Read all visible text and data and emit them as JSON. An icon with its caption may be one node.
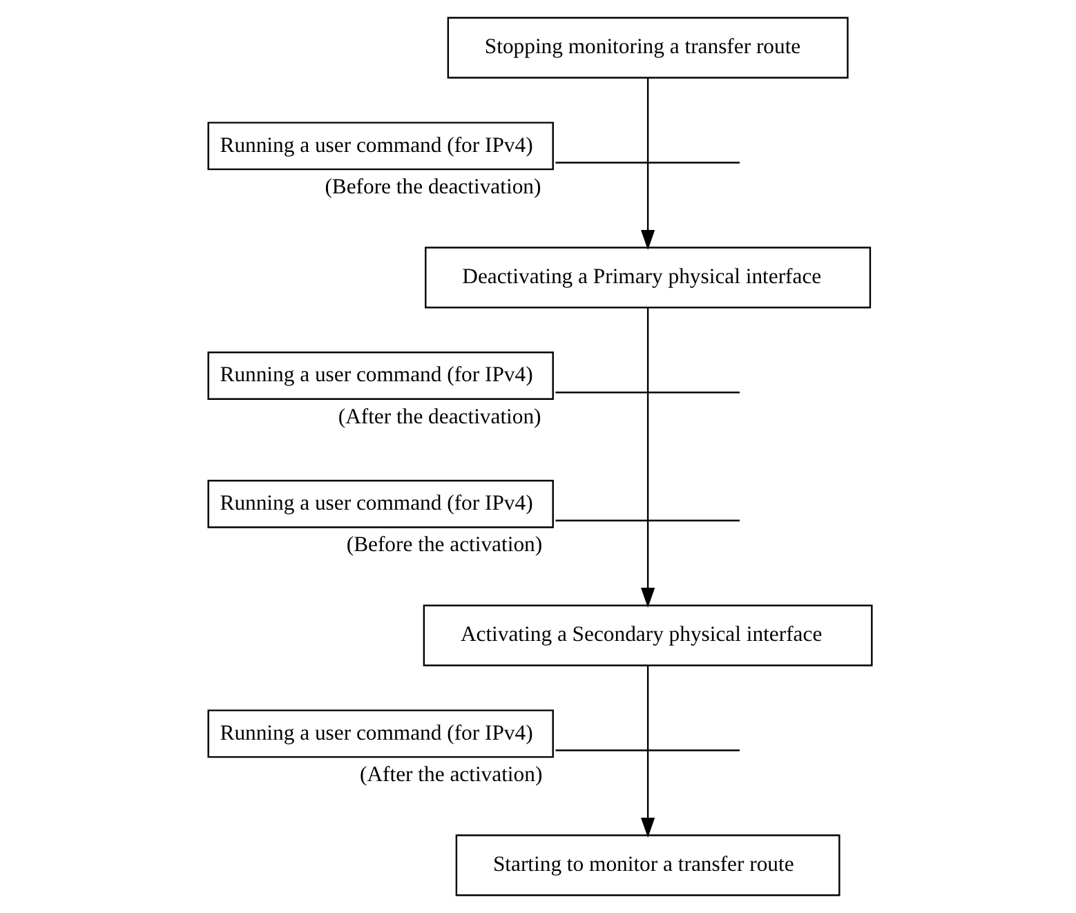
{
  "diagram": {
    "nodes": [
      {
        "text": [
          "Stopping monitoring a transfer route"
        ]
      },
      {
        "text": [
          "Running a user command (for IPv4)"
        ],
        "beside": [
          "(Before the deactivation)"
        ]
      },
      {
        "text": [
          "Deactivating a Primary physical interface"
        ]
      },
      {
        "text": [
          "Running a user command (for IPv4)"
        ],
        "beside": [
          "(After the deactivation)"
        ]
      },
      {
        "text": [
          "Running a user command (for IPv4)"
        ],
        "beside": [
          "(Before the activation)"
        ]
      },
      {
        "text": [
          "Activating a Secondary physical interface"
        ]
      },
      {
        "text": [
          "Running a user command (for IPv4)"
        ],
        "beside": [
          "(After the activation)"
        ]
      },
      {
        "text": [
          "Starting to monitor a transfer route"
        ]
      }
    ],
    "edges": [
      {
        "from": 0,
        "to": 2,
        "arrow": "to"
      },
      {
        "from": 2,
        "to": 5,
        "arrow": "to"
      },
      {
        "from": 5,
        "to": 7,
        "arrow": "to"
      },
      {
        "from": 1,
        "to": null,
        "arrow": "none"
      },
      {
        "from": 3,
        "to": null,
        "arrow": "none"
      },
      {
        "from": 4,
        "to": null,
        "arrow": "none"
      },
      {
        "from": 6,
        "to": null,
        "arrow": "none"
      }
    ]
  }
}
